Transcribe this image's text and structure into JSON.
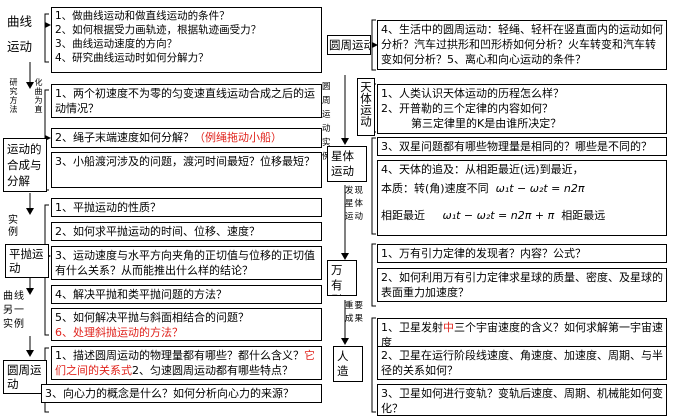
{
  "left": {
    "cat_curve": "曲线\n运动",
    "sub_method": "研究方法",
    "sub_process": "化曲为直",
    "q_curve": [
      "1、做曲线运动和做直线运动的条件？",
      "2、如何根据受力画轨迹，根据轨迹画受力？",
      "3、曲线运动速度的方向？",
      "4、研究曲线运动时如何分解力？"
    ],
    "cat_combine": "运动的\n合成与\n分解",
    "q_combine1": "1、两个初速度不为零的匀变速直线运动合成之后的运动情况？",
    "q_combine2_a": "2、绳子末端速度如何分解？",
    "q_combine2_b": "（例绳拖动小船）",
    "q_combine3": "3、小船渡河涉及的问题，渡河时间最短？位移最短？",
    "sub_example": "实例",
    "cat_throw": "平抛运动",
    "q_throw": [
      "1、平抛运动的性质？",
      "2、如何求平抛运动的时间、位移、速度？",
      "3、运动速度与水平方向夹角的正切值与位移的正切值有什么关系？从而能推出什么样的结论？",
      "4、解决平抛和类平抛问题的方法？",
      "5、如何解决平抛与斜面相结合的问题？",
      "6、处理斜抛运动的方法？"
    ],
    "sub_curve2": "曲线另一实例",
    "cat_circle": "圆周运动",
    "q_circle1_a": "1、描述圆周运动的物理量都有哪些？都什么含义？",
    "q_circle1_b": "它们之间的关系式",
    "q_circle1_c": "2、匀速圆周运动都有哪些特点？",
    "q_circle3": "3、向心力的概念是什么？如何分析向心力的来源？"
  },
  "right": {
    "cat_circle": "圆周运动",
    "sub_circle": "圆周运动实例",
    "q_circle_app": "4、生活中的圆周运动：轻绳、轻杆在竖直面内的运动如何分析？汽车过拱形和凹形桥如何分析？火车转变和汽车转变如何分析？5、离心和向心运动的条件？",
    "cat_tianti": "天体运动",
    "q_tianti": [
      "1、人类认识天体运动的历程怎么样？",
      "2、开普勒的三个定律的内容如何？",
      "第三定律里的K是由谁所决定？"
    ],
    "cat_star": "星体运动",
    "q_star3": "3、双星问题都有哪些物理量是相同的？哪些是不同的？",
    "sub_develop": "发现星体运动",
    "q_star4_title": "4、天体的追及：从相距最近(远)到最近，",
    "q_star4_line2": "本质：转(角)速度不同",
    "q_star4_formula1": "ω₁t − ω₂t = n2π",
    "q_star4_line3": "相距最近",
    "q_star4_formula2": "ω₁t − ω₂t = n2π + π",
    "q_star4_line3b": "相距最远",
    "cat_gravity": "万有\n引力",
    "q_gravity": [
      "1、万有引力定律的发现者？内容？公式？",
      "2、如何利用万有引力定律求星球的质量、密度、及星球的表面重力加速度？"
    ],
    "sub_important": "重要成果",
    "cat_satellite": "人造卫星",
    "q_sat1_a": "1、卫星发射",
    "q_sat1_b": "中",
    "q_sat1_c": "三个宇宙速度的含义？如何求解第一宇宙速度",
    "q_sat2": "2、卫星在运行阶段线速度、角速度、加速度、周期、与半径的关系如何？",
    "q_sat3": "3、卫星如何进行变轨？变轨后速度、周期、机械能如何变化？"
  },
  "colors": {
    "accent_red": "#e0231c"
  }
}
